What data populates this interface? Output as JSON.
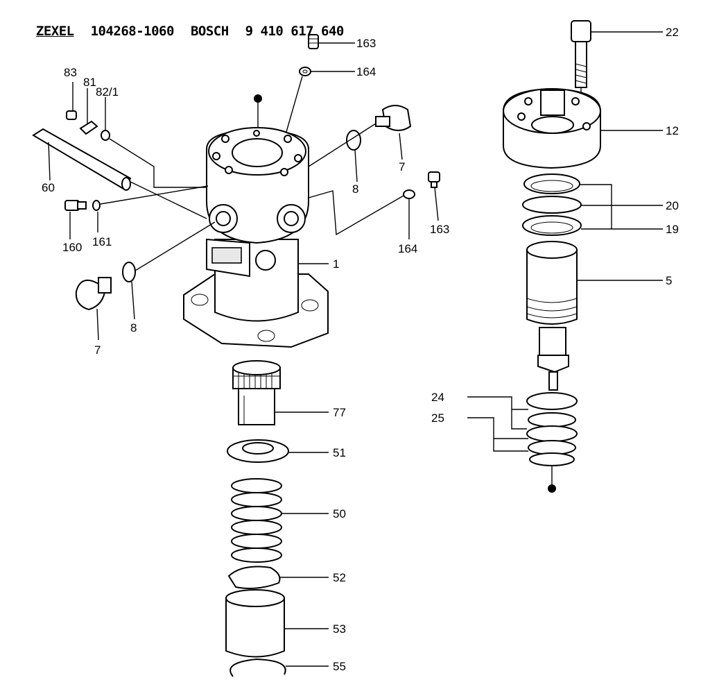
{
  "header": {
    "brand1": "ZEXEL",
    "part_no1": "104268-1060",
    "brand2": "BOSCH",
    "part_no2": "9 410 617 640"
  },
  "labels": {
    "l163a": "163",
    "l164a": "164",
    "l83": "83",
    "l81": "81",
    "l82": "82/1",
    "l60": "60",
    "l160": "160",
    "l161": "161",
    "l7a": "7",
    "l8a": "8",
    "l7b": "7",
    "l8b": "8",
    "l164b": "164",
    "l163b": "163",
    "l1": "1",
    "l77": "77",
    "l51": "51",
    "l50": "50",
    "l52": "52",
    "l53": "53",
    "l55": "55",
    "l22": "22",
    "l12": "12",
    "l20": "20",
    "l19": "19",
    "l5": "5",
    "l24": "24",
    "l25": "25"
  }
}
